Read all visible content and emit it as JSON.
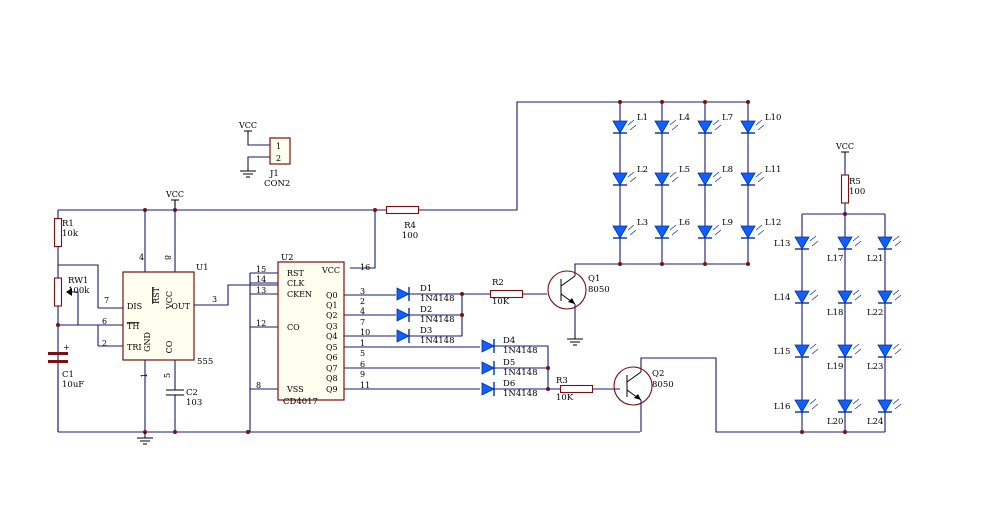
{
  "power": {
    "vcc": "VCC"
  },
  "connector": {
    "ref": "J1",
    "name": "CON2",
    "pin1": "1",
    "pin2": "2"
  },
  "u1": {
    "ref": "U1",
    "part": "555",
    "pins": {
      "dis": "DIS",
      "th": "TH",
      "tri": "TRI",
      "rst": "RST",
      "vcc": "VCC",
      "out": "OUT",
      "gnd": "GND",
      "co": "CO"
    },
    "pin_numbers": {
      "p7": "7",
      "p6": "6",
      "p2": "2",
      "p4": "4",
      "p8": "8",
      "p3": "3",
      "p1": "1",
      "p5": "5"
    }
  },
  "u2": {
    "ref": "U2",
    "part": "CD4017",
    "pins_left": [
      "RST",
      "CLK",
      "CKEN",
      "CO",
      "VSS"
    ],
    "pin_numbers_left": [
      "15",
      "14",
      "13",
      "12",
      "8"
    ],
    "vcc_label": "VCC",
    "vcc_pin": "16",
    "outputs": [
      "Q0",
      "Q1",
      "Q2",
      "Q3",
      "Q4",
      "Q5",
      "Q6",
      "Q7",
      "Q8",
      "Q9"
    ],
    "output_pins": [
      "3",
      "2",
      "4",
      "7",
      "10",
      "1",
      "5",
      "6",
      "9",
      "11"
    ]
  },
  "resistors": {
    "r1": {
      "ref": "R1",
      "value": "10k"
    },
    "rw1": {
      "ref": "RW1",
      "value": "100k"
    },
    "r2": {
      "ref": "R2",
      "value": "10K"
    },
    "r3": {
      "ref": "R3",
      "value": "10K"
    },
    "r4": {
      "ref": "R4",
      "value": "100"
    },
    "r5": {
      "ref": "R5",
      "value": "100"
    }
  },
  "capacitors": {
    "c1": {
      "ref": "C1",
      "value": "10uF"
    },
    "c2": {
      "ref": "C2",
      "value": "103"
    }
  },
  "diodes": [
    {
      "ref": "D1",
      "part": "1N4148"
    },
    {
      "ref": "D2",
      "part": "1N4148"
    },
    {
      "ref": "D3",
      "part": "1N4148"
    },
    {
      "ref": "D4",
      "part": "1N4148"
    },
    {
      "ref": "D5",
      "part": "1N4148"
    },
    {
      "ref": "D6",
      "part": "1N4148"
    }
  ],
  "transistors": {
    "q1": {
      "ref": "Q1",
      "part": "8050"
    },
    "q2": {
      "ref": "Q2",
      "part": "8050"
    }
  },
  "leds_group1": [
    "L1",
    "L2",
    "L3",
    "L4",
    "L5",
    "L6",
    "L7",
    "L8",
    "L9",
    "L10",
    "L11",
    "L12"
  ],
  "leds_group2": [
    "L13",
    "L14",
    "L15",
    "L16",
    "L17",
    "L18",
    "L19",
    "L20",
    "L21",
    "L22",
    "L23",
    "L24"
  ]
}
